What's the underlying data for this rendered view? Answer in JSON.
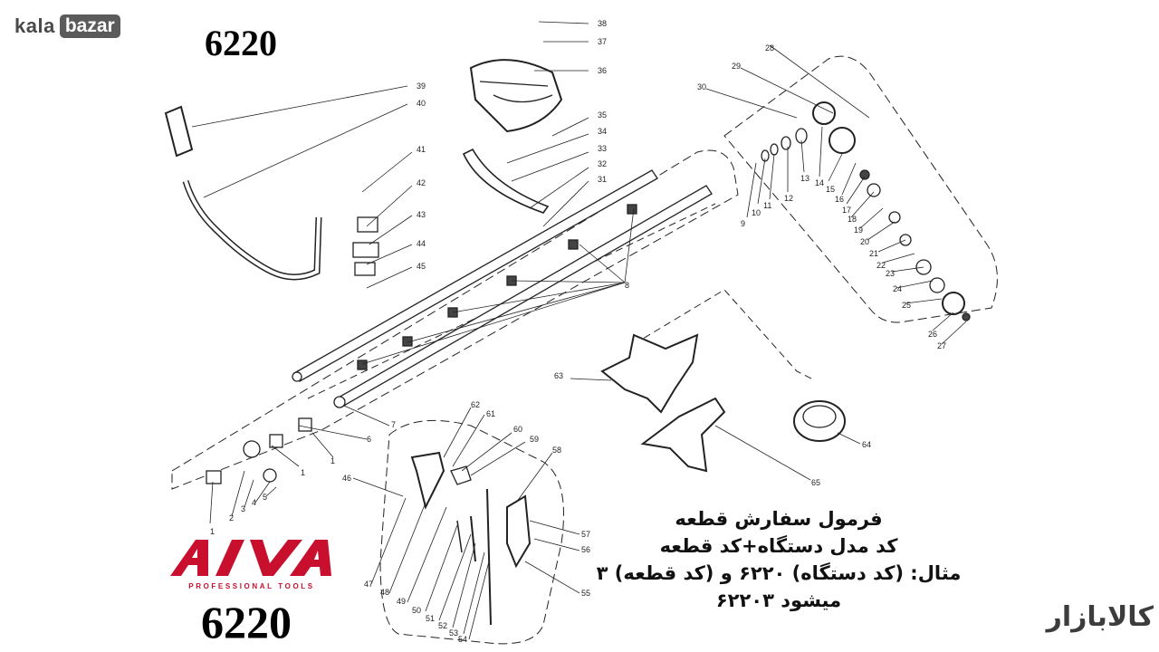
{
  "brand": {
    "kala_part1": "kala",
    "kala_part2": "bazar",
    "aiva_logo_text": "AIVA",
    "aiva_tagline": "PROFESSIONAL TOOLS",
    "logo_fa": "کالابازار"
  },
  "model_number_top": "6220",
  "model_number_bottom": "6220",
  "order_formula": {
    "line1": "فرمول سفارش قطعه",
    "line2": "کد مدل دستگاه+کد قطعه",
    "line3": "مثال: (کد دستگاه) ۶۲۲۰ و (کد قطعه) ۳",
    "line4": "میشود ۶۲۲۰۳"
  },
  "part_labels": [
    "1",
    "1",
    "1",
    "2",
    "3",
    "4",
    "5",
    "6",
    "7",
    "8",
    "9",
    "10",
    "11",
    "12",
    "13",
    "14",
    "15",
    "16",
    "17",
    "18",
    "19",
    "20",
    "21",
    "22",
    "23",
    "24",
    "25",
    "26",
    "27",
    "28",
    "29",
    "30",
    "31",
    "32",
    "33",
    "34",
    "35",
    "36",
    "37",
    "38",
    "39",
    "40",
    "41",
    "42",
    "43",
    "44",
    "45",
    "46",
    "47",
    "48",
    "49",
    "50",
    "51",
    "52",
    "53",
    "54",
    "55",
    "56",
    "57",
    "58",
    "59",
    "60",
    "61",
    "62",
    "63",
    "64",
    "65"
  ],
  "colors": {
    "aiva_red": "#c8102e",
    "line": "#222222",
    "kala_gray": "#5b5b5b"
  }
}
